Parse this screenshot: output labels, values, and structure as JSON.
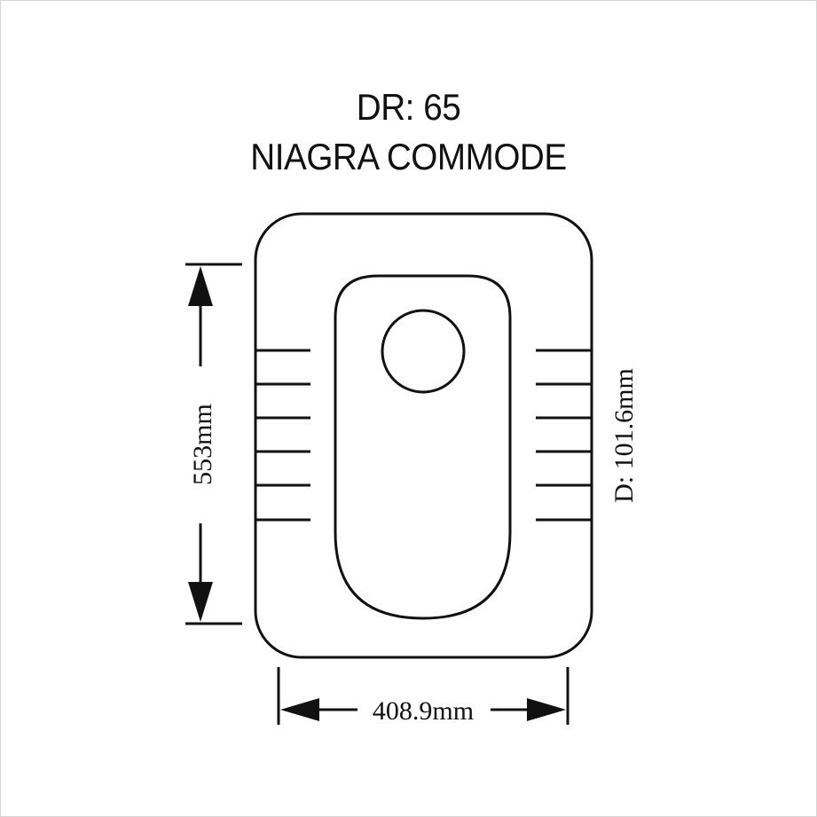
{
  "header": {
    "model_code": "DR: 65",
    "product_name": "NIAGRA COMMODE"
  },
  "dimensions": {
    "length": "553mm",
    "width": "408.9mm",
    "drain": "D: 101.6mm"
  },
  "colors": {
    "line": "#111111",
    "background": "#ffffff",
    "frame": "#d6d6d6"
  }
}
